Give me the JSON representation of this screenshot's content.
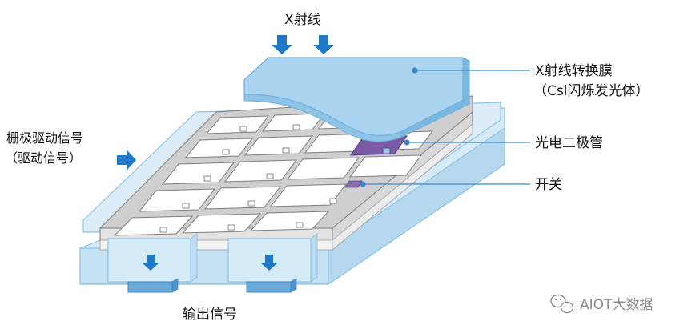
{
  "labels": {
    "xray": "X射线",
    "film_line1": "X射线转换膜",
    "film_line2": "（Csl闪烁发光体）",
    "photodiode": "光电二极管",
    "switch": "开关",
    "gate_line1": "栅极驱动信号",
    "gate_line2": "（驱动信号）",
    "output": "输出信号"
  },
  "watermark": {
    "icon": "wechat-logo-icon",
    "text": "AIOT大数据"
  },
  "colors": {
    "arrow_blue": "#1f78c8",
    "panel_light_blue": "#d6ebf8",
    "panel_edge_blue": "#8ec3e6",
    "film_blue": "#a9d3ef",
    "photodiode_purple": "#7b5aa6",
    "switch_purple": "#8a6bb0",
    "pixel_gray": "#9a9a9a",
    "leader_line_blue": "#3e86c7"
  }
}
